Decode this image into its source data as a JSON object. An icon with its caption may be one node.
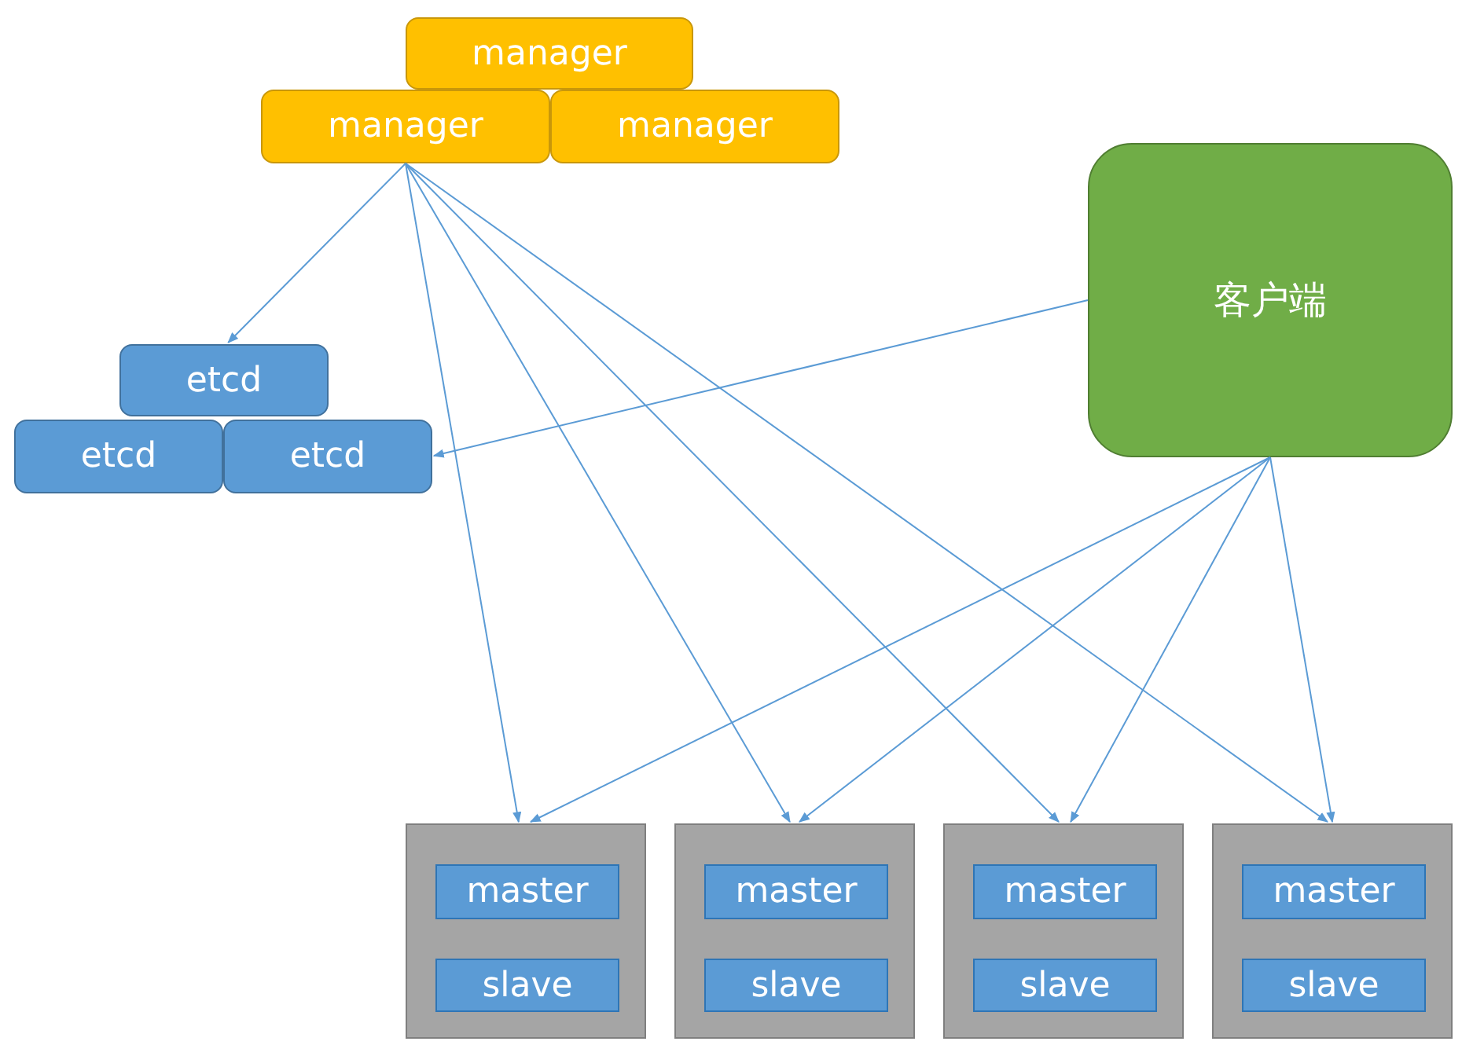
{
  "diagram": {
    "nodes": [
      {
        "text": [
          "manager"
        ]
      },
      {
        "text": [
          "manager"
        ]
      },
      {
        "text": [
          "manager"
        ]
      },
      {
        "text": [
          "etcd"
        ]
      },
      {
        "text": [
          "etcd"
        ]
      },
      {
        "text": [
          "etcd"
        ]
      },
      {
        "text": [
          "客户端"
        ]
      },
      {
        "text": [],
        "shape": "box"
      },
      {
        "text": [
          "master"
        ],
        "in": 7
      },
      {
        "text": [
          "slave"
        ],
        "in": 7
      },
      {
        "text": [],
        "shape": "box"
      },
      {
        "text": [
          "master"
        ],
        "in": 10
      },
      {
        "text": [
          "slave"
        ],
        "in": 10
      },
      {
        "text": [],
        "shape": "box"
      },
      {
        "text": [
          "master"
        ],
        "in": 13
      },
      {
        "text": [
          "slave"
        ],
        "in": 13
      },
      {
        "text": [],
        "shape": "box"
      },
      {
        "text": [
          "master"
        ],
        "in": 16
      },
      {
        "text": [
          "slave"
        ],
        "in": 16
      }
    ],
    "edges": [
      {
        "from": 1,
        "to": 3,
        "arrow": "to"
      },
      {
        "from": 1,
        "to": 7,
        "arrow": "to"
      },
      {
        "from": 1,
        "to": 10,
        "arrow": "to"
      },
      {
        "from": 1,
        "to": 13,
        "arrow": "to"
      },
      {
        "from": 1,
        "to": 16,
        "arrow": "to"
      },
      {
        "from": 6,
        "to": 5,
        "arrow": "to"
      },
      {
        "from": 6,
        "to": 7,
        "arrow": "to"
      },
      {
        "from": 6,
        "to": 10,
        "arrow": "to"
      },
      {
        "from": 6,
        "to": 13,
        "arrow": "to"
      },
      {
        "from": 6,
        "to": 16,
        "arrow": "to"
      }
    ]
  }
}
